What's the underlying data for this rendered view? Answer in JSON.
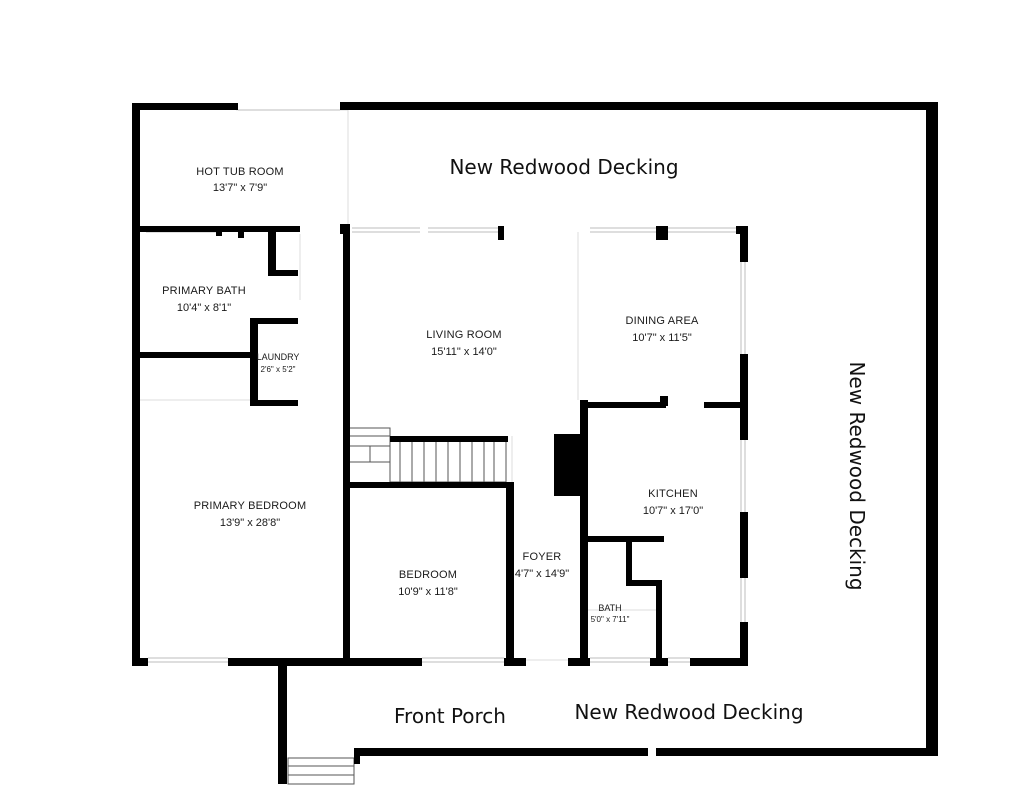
{
  "rooms": {
    "hot_tub_room": {
      "name": "HOT TUB ROOM",
      "dims": "13'7\" x 7'9\""
    },
    "primary_bath": {
      "name": "PRIMARY BATH",
      "dims": "10'4\" x 8'1\""
    },
    "laundry": {
      "name": "LAUNDRY",
      "dims": "2'6\" x 5'2\""
    },
    "living_room": {
      "name": "LIVING ROOM",
      "dims": "15'11\" x 14'0\""
    },
    "dining_area": {
      "name": "DINING AREA",
      "dims": "10'7\" x 11'5\""
    },
    "primary_bedroom": {
      "name": "PRIMARY BEDROOM",
      "dims": "13'9\" x 28'8\""
    },
    "kitchen": {
      "name": "KITCHEN",
      "dims": "10'7\" x 17'0\""
    },
    "bedroom": {
      "name": "BEDROOM",
      "dims": "10'9\" x 11'8\""
    },
    "foyer": {
      "name": "FOYER",
      "dims": "4'7\" x 14'9\""
    },
    "bath": {
      "name": "BATH",
      "dims": "5'0\" x 7'11\""
    }
  },
  "areas": {
    "deck_top": "New Redwood Decking",
    "deck_right": "New Redwood Decking",
    "deck_bottom": "New Redwood Decking",
    "front_porch": "Front Porch"
  },
  "colors": {
    "wall": "#000000",
    "window": "#c8c8c8",
    "background": "#ffffff"
  }
}
